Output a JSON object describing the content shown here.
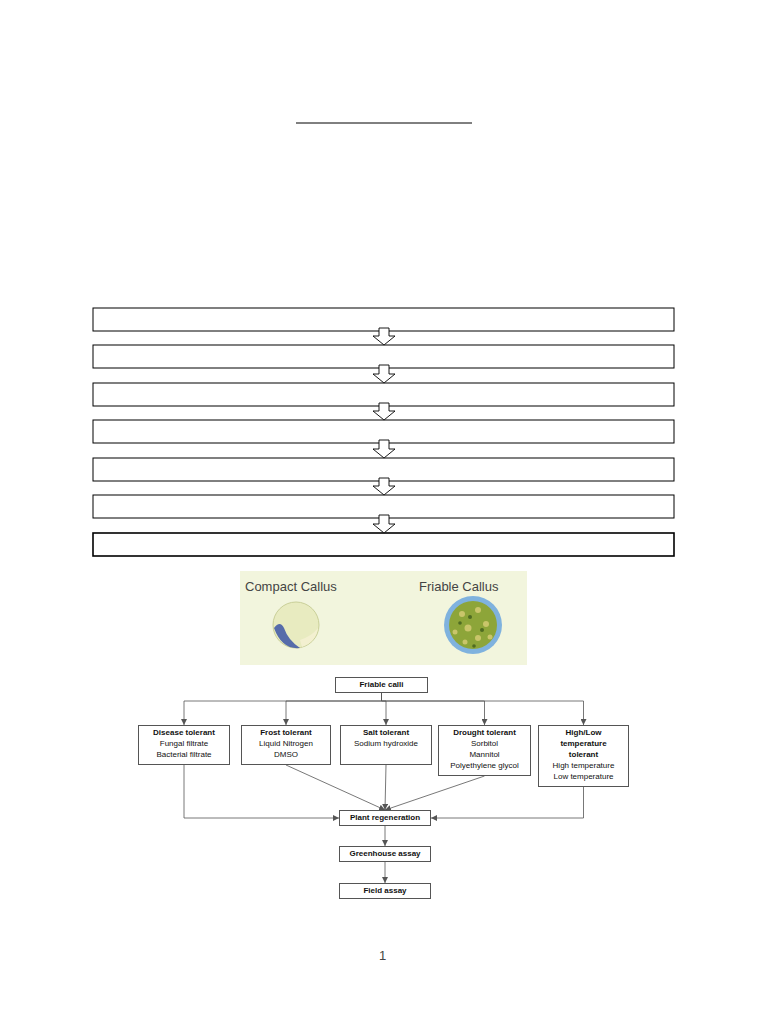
{
  "diagram": {
    "nodes": [
      {
        "text": [
          "Friable calli"
        ]
      },
      {
        "text": [
          "Disease tolerant",
          "Fungal filtrate",
          "Bacterial filtrate"
        ]
      },
      {
        "text": [
          "Frost tolerant",
          "Liquid Nitrogen",
          "DMSO"
        ]
      },
      {
        "text": [
          "Salt tolerant",
          "Sodium hydroxide"
        ]
      },
      {
        "text": [
          "Drought tolerant",
          "Sorbitol",
          "Mannitol",
          "Polyethylene glycol"
        ]
      },
      {
        "text": [
          "High/Low temperature tolerant",
          "High temperature",
          "Low temperature"
        ]
      },
      {
        "text": [
          "Plant regeneration"
        ]
      },
      {
        "text": [
          "Greenhouse assay"
        ]
      },
      {
        "text": [
          "Field assay"
        ]
      }
    ],
    "edges": [
      {
        "from": 0,
        "to": 1,
        "arrow": "to"
      },
      {
        "from": 0,
        "to": 2,
        "arrow": "to"
      },
      {
        "from": 0,
        "to": 3,
        "arrow": "to"
      },
      {
        "from": 0,
        "to": 4,
        "arrow": "to"
      },
      {
        "from": 0,
        "to": 5,
        "arrow": "to"
      },
      {
        "from": 1,
        "to": 6,
        "arrow": "to"
      },
      {
        "from": 2,
        "to": 6,
        "arrow": "to"
      },
      {
        "from": 3,
        "to": 6,
        "arrow": "to"
      },
      {
        "from": 4,
        "to": 6,
        "arrow": "to"
      },
      {
        "from": 5,
        "to": 6,
        "arrow": "to"
      },
      {
        "from": 6,
        "to": 7,
        "arrow": "to"
      },
      {
        "from": 7,
        "to": 8,
        "arrow": "to"
      }
    ],
    "labels": [
      "Compact Callus",
      "Friable Callus",
      "1"
    ]
  }
}
